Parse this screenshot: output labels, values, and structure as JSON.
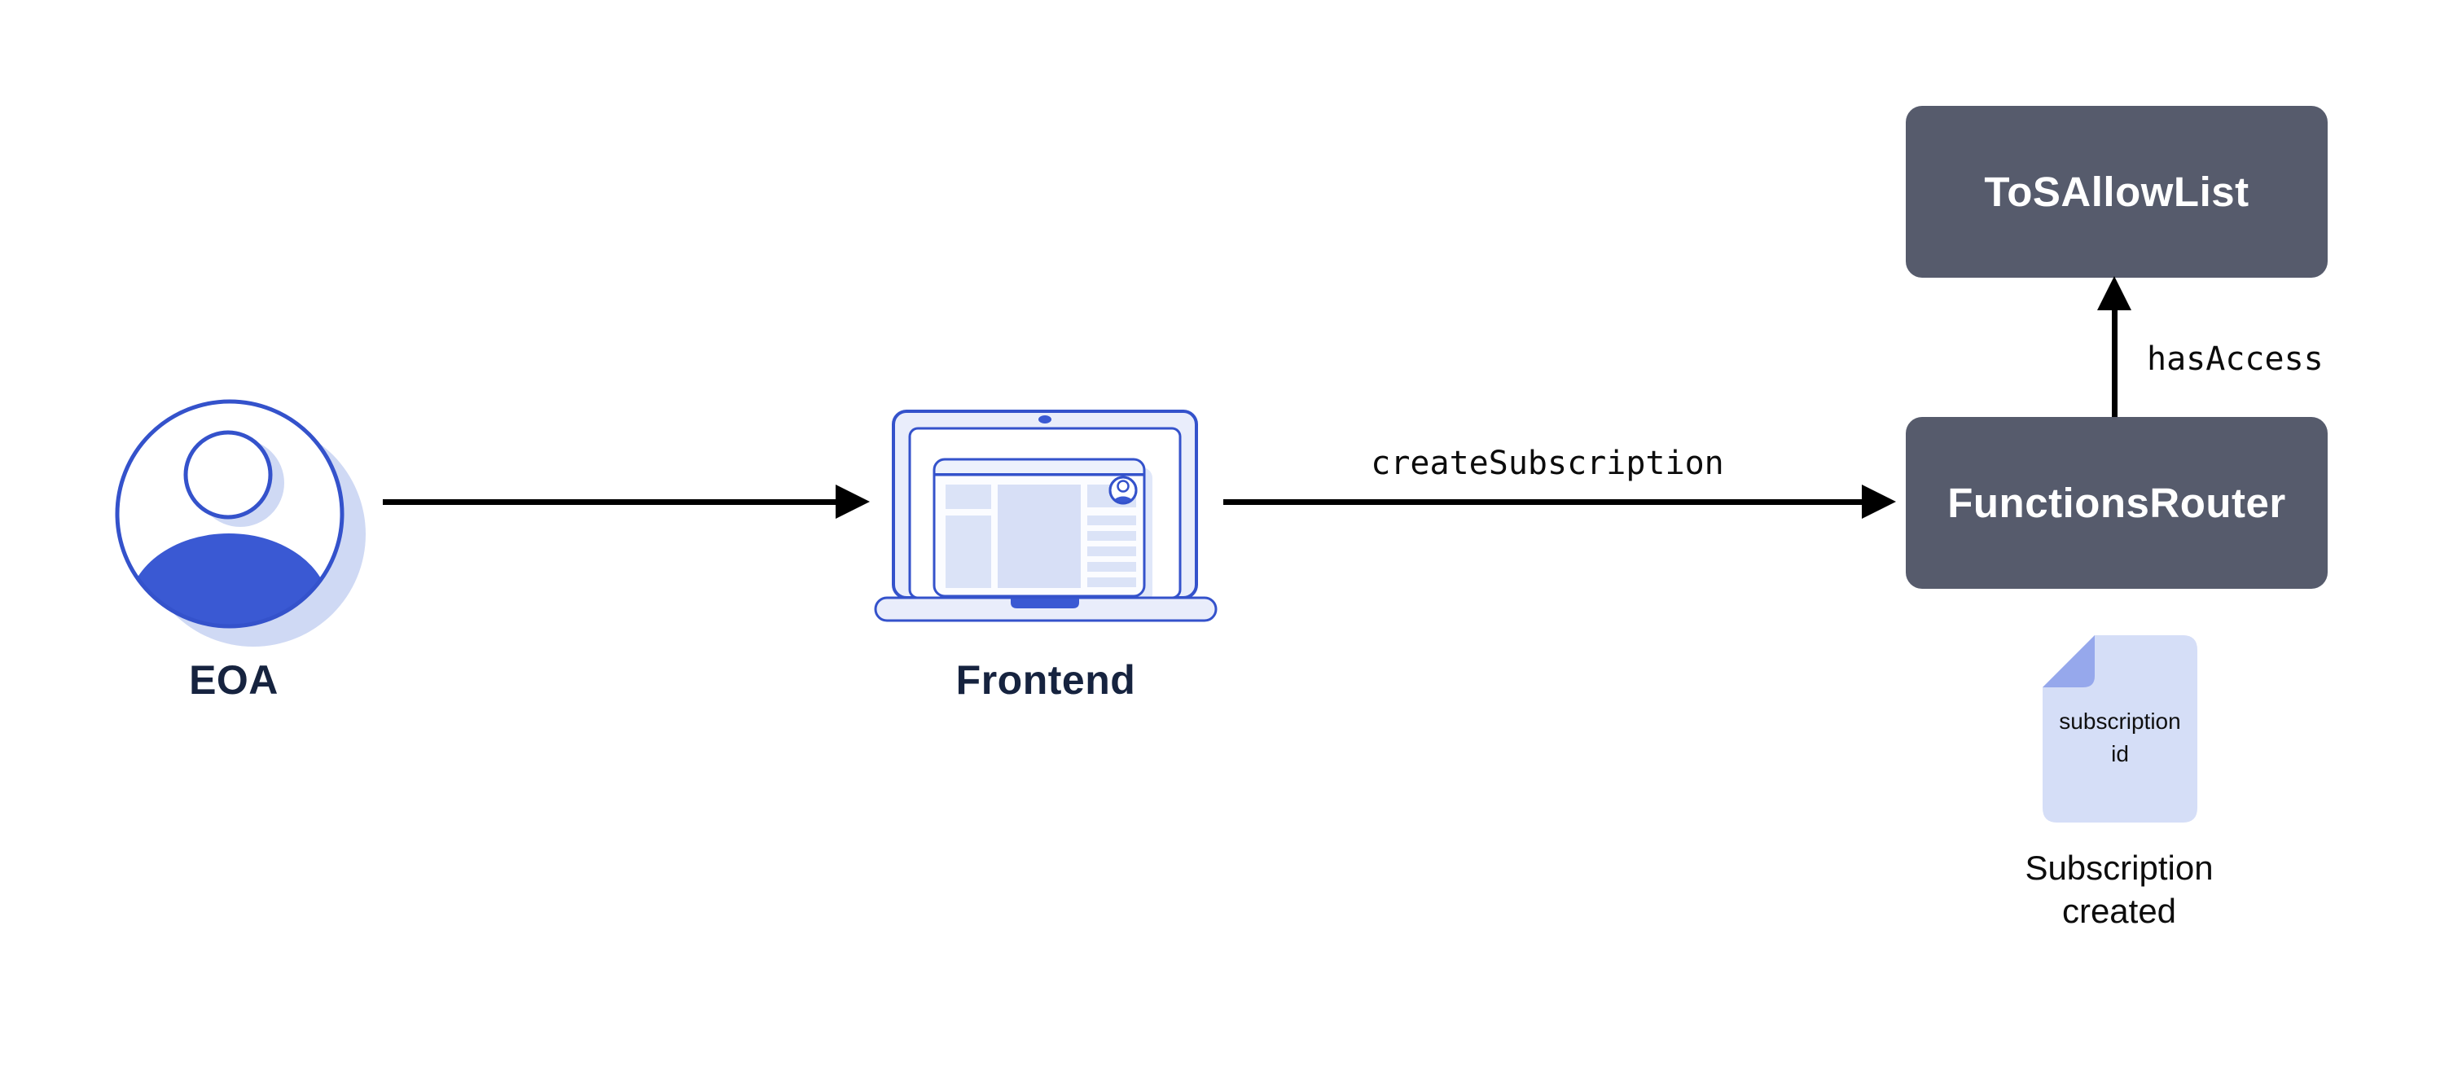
{
  "diagram": {
    "background": "#ffffff",
    "nodes": {
      "eoa": {
        "label": "EOA"
      },
      "frontend": {
        "label": "Frontend"
      },
      "tos_allow_list": {
        "label": "ToSAllowList"
      },
      "functions_router": {
        "label": "FunctionsRouter"
      }
    },
    "edges": {
      "eoa_to_frontend": {
        "label": ""
      },
      "frontend_to_router": {
        "label": "createSubscription"
      },
      "router_to_allowlist": {
        "label": "hasAccess"
      }
    },
    "artifacts": {
      "subscription_doc": {
        "text": "subscription id",
        "caption": "Subscription created"
      }
    },
    "colors": {
      "background": "#ffffff",
      "accent_blue": "#3452cb",
      "fill_blue": "#3a59d3",
      "shadow_periwinkle": "#cfd9f4",
      "light_shell": "#e9edfb",
      "pale_block": "#dbe3f7",
      "pale_block2": "#d7dff6",
      "header_fill": "#eef2fc",
      "doc_fill": "#d5def7",
      "doc_fold": "#96a8ec",
      "box_bg": "#565b6c",
      "box_text": "#ffffff",
      "label_navy": "#16233f",
      "arrow_black": "#000000"
    }
  }
}
